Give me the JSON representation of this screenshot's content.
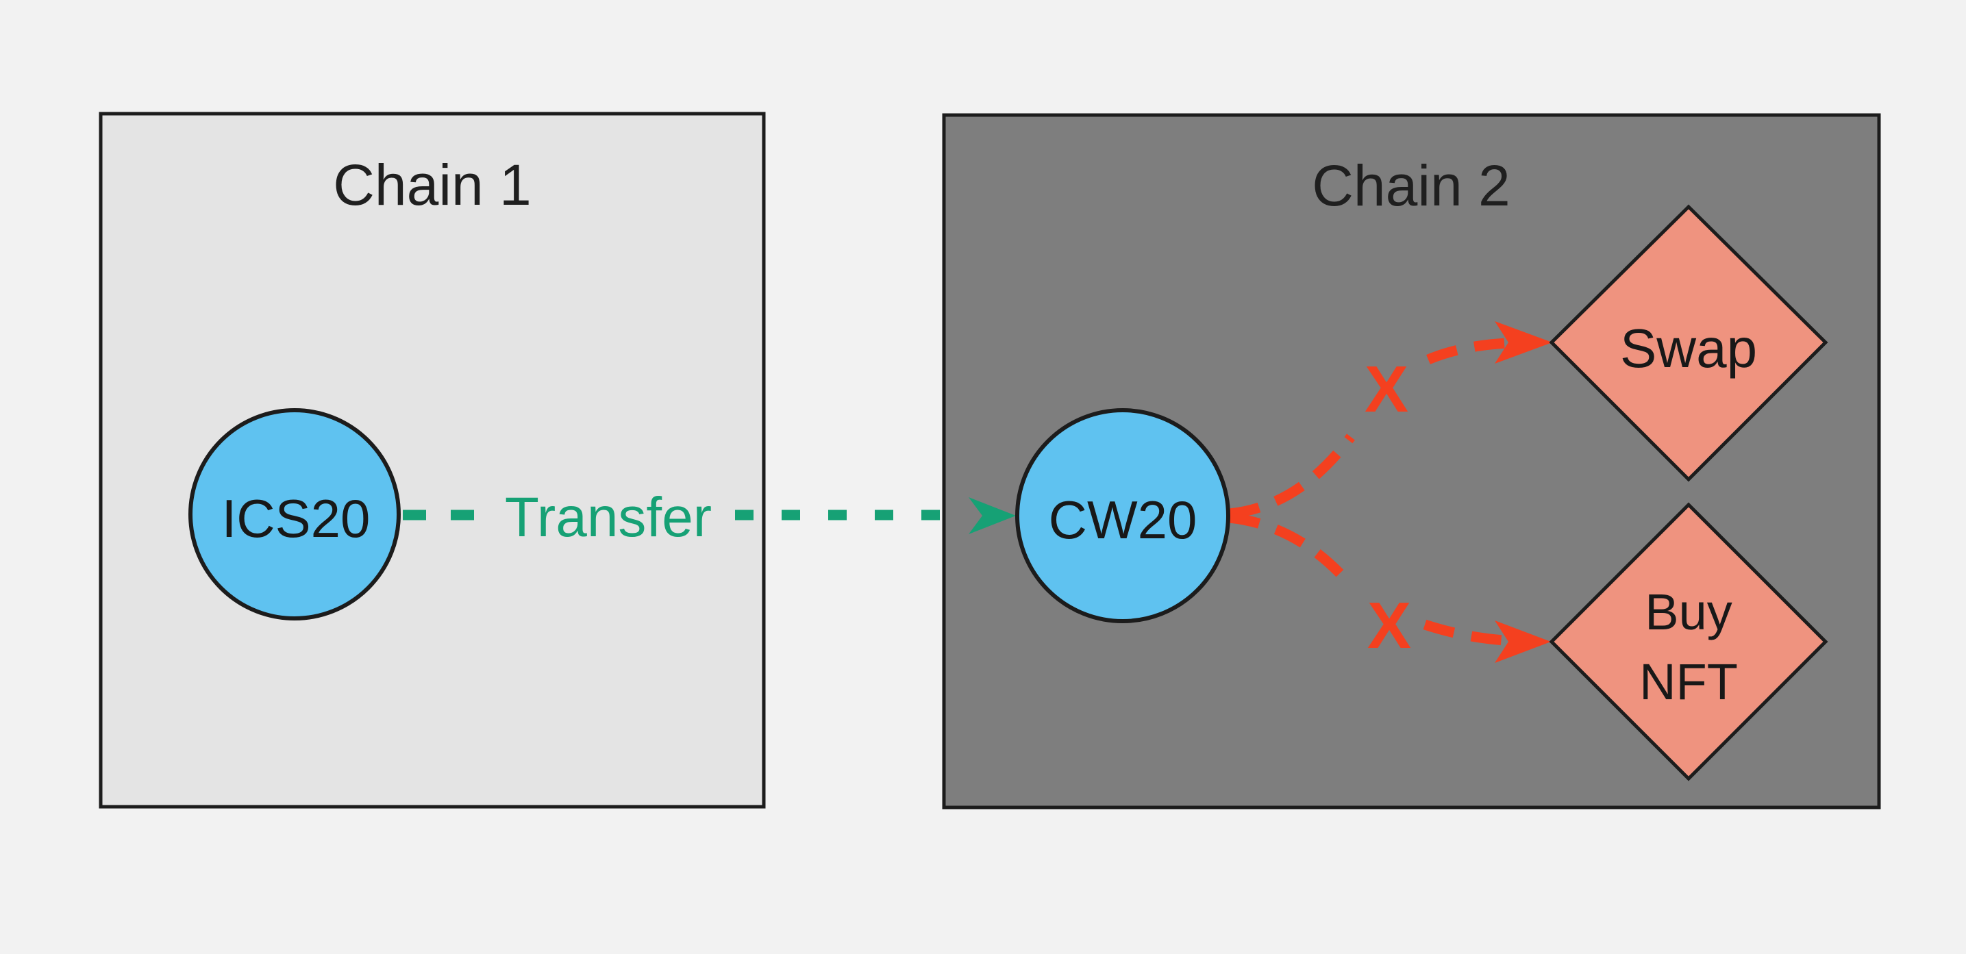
{
  "diagram": {
    "background": "#f2f2f2",
    "border_color": "#1c1c1c",
    "text_color": "#1f1f1f",
    "chain1": {
      "title": "Chain 1",
      "box_fill": "#e4e4e4",
      "node": {
        "label": "ICS20",
        "fill": "#5fc2f0"
      }
    },
    "chain2": {
      "title": "Chain 2",
      "box_fill": "#7e7e7e",
      "node": {
        "label": "CW20",
        "fill": "#5fc2f0"
      },
      "swap": {
        "label": "Swap",
        "fill": "#ef937f"
      },
      "buy_nft": {
        "label_line1": "Buy",
        "label_line2": "NFT",
        "fill": "#ef937f"
      }
    },
    "transfer": {
      "label": "Transfer",
      "color": "#16a175"
    },
    "blocked": {
      "mark": "X",
      "color": "#f4401f"
    }
  }
}
